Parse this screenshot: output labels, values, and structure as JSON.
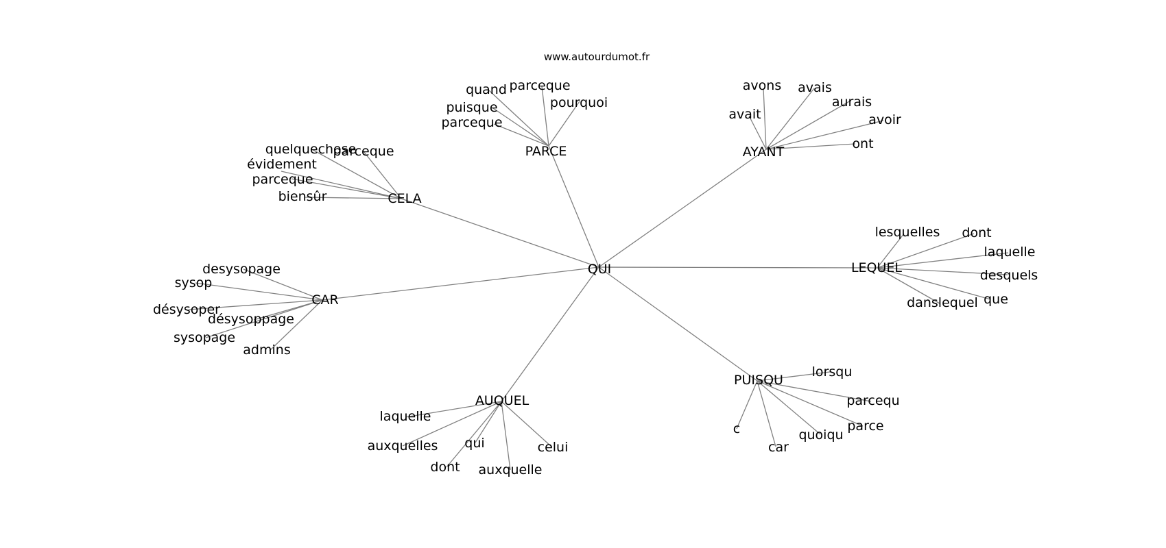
{
  "diagram": {
    "caption": "www.autourdumot.fr",
    "center": "QUI",
    "colors": {
      "edge": "#808080",
      "text": "#000000",
      "background": "#ffffff"
    },
    "hubs": [
      {
        "id": "parce",
        "label": "PARCE",
        "words": [
          "quand",
          "parceque",
          "pourquoi",
          "puisque",
          "parceque"
        ]
      },
      {
        "id": "ayant",
        "label": "AYANT",
        "words": [
          "avons",
          "avais",
          "aurais",
          "avait",
          "avoir",
          "ont"
        ]
      },
      {
        "id": "cela",
        "label": "CELA",
        "words": [
          "quelquechose",
          "parceque",
          "évidement",
          "parceque",
          "biensûr"
        ]
      },
      {
        "id": "lequel",
        "label": "LEQUEL",
        "words": [
          "lesquelles",
          "dont",
          "laquelle",
          "desquels",
          "que",
          "danslequel"
        ]
      },
      {
        "id": "car",
        "label": "CAR",
        "words": [
          "desysopage",
          "sysop",
          "désysoper",
          "désysoppage",
          "sysopage",
          "admins"
        ]
      },
      {
        "id": "puisqu",
        "label": "PUISQU",
        "words": [
          "lorsqu",
          "parcequ",
          "parce",
          "quoiqu",
          "car",
          "c"
        ]
      },
      {
        "id": "auquel",
        "label": "AUQUEL",
        "words": [
          "laquelle",
          "auxquelles",
          "qui",
          "celui",
          "dont",
          "auxquelle"
        ]
      }
    ]
  }
}
